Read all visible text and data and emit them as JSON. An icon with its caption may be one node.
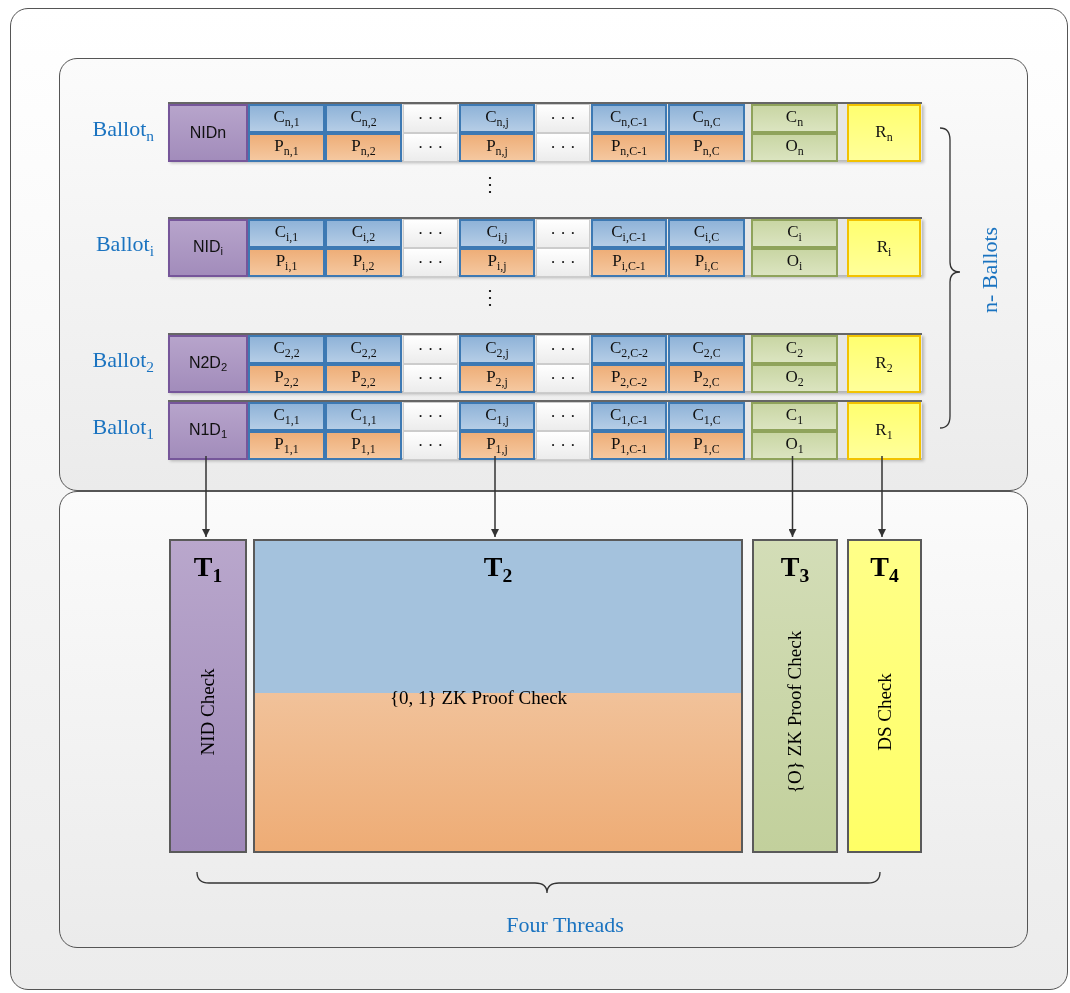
{
  "diagram": {
    "nodes": [
      {
        "text": [],
        "shape": "box"
      },
      {
        "text": [],
        "shape": "box",
        "in": 0
      },
      {
        "text": [],
        "shape": "bar",
        "in": 1,
        "beside": [
          "Ballot$_{n}$"
        ]
      },
      {
        "text": [
          "NIDn"
        ],
        "in": 2
      },
      {
        "text": [
          "C$_{n,1}$"
        ],
        "in": 2
      },
      {
        "text": [
          "P$_{n,1}$"
        ],
        "in": 2
      },
      {
        "text": [
          "C$_{n,2}$"
        ],
        "in": 2
      },
      {
        "text": [
          "P$_{n,2}$"
        ],
        "in": 2
      },
      {
        "text": [
          "· · ·"
        ],
        "in": 2
      },
      {
        "text": [
          "· · ·"
        ],
        "in": 2
      },
      {
        "text": [
          "C$_{n,j}$"
        ],
        "in": 2
      },
      {
        "text": [
          "P$_{n,j}$"
        ],
        "in": 2
      },
      {
        "text": [
          "· · ·"
        ],
        "in": 2
      },
      {
        "text": [
          "· · ·"
        ],
        "in": 2
      },
      {
        "text": [
          "C$_{n,C-1}$"
        ],
        "in": 2
      },
      {
        "text": [
          "P$_{n,C-1}$"
        ],
        "in": 2
      },
      {
        "text": [
          "C$_{n,C}$"
        ],
        "in": 2
      },
      {
        "text": [
          "P$_{n,C}$"
        ],
        "in": 2
      },
      {
        "text": [
          "C$_{n}$"
        ],
        "in": 2
      },
      {
        "text": [
          "O$_{n}$"
        ],
        "in": 2
      },
      {
        "text": [
          "R$_{n}$"
        ],
        "in": 2
      },
      {
        "text": [],
        "shape": "bar",
        "in": 1,
        "beside": [
          "Ballot$_{i}$"
        ]
      },
      {
        "text": [
          "NID$_{i}$"
        ],
        "in": 21
      },
      {
        "text": [
          "C$_{i,1}$"
        ],
        "in": 21
      },
      {
        "text": [
          "P$_{i,1}$"
        ],
        "in": 21
      },
      {
        "text": [
          "C$_{i,2}$"
        ],
        "in": 21
      },
      {
        "text": [
          "P$_{i,2}$"
        ],
        "in": 21
      },
      {
        "text": [
          "· · ·"
        ],
        "in": 21
      },
      {
        "text": [
          "· · ·"
        ],
        "in": 21
      },
      {
        "text": [
          "C$_{i,j}$"
        ],
        "in": 21
      },
      {
        "text": [
          "P$_{i,j}$"
        ],
        "in": 21
      },
      {
        "text": [
          "· · ·"
        ],
        "in": 21
      },
      {
        "text": [
          "· · ·"
        ],
        "in": 21
      },
      {
        "text": [
          "C$_{i,C-1}$"
        ],
        "in": 21
      },
      {
        "text": [
          "P$_{i,C-1}$"
        ],
        "in": 21
      },
      {
        "text": [
          "C$_{i,C}$"
        ],
        "in": 21
      },
      {
        "text": [
          "P$_{i,C}$"
        ],
        "in": 21
      },
      {
        "text": [
          "C$_{i}$"
        ],
        "in": 21
      },
      {
        "text": [
          "O$_{i}$"
        ],
        "in": 21
      },
      {
        "text": [
          "R$_{i}$"
        ],
        "in": 21
      },
      {
        "text": [],
        "shape": "bar",
        "in": 1,
        "beside": [
          "Ballot$_{2}$"
        ]
      },
      {
        "text": [
          "N2D$_{2}$"
        ],
        "in": 40
      },
      {
        "text": [
          "C$_{2,2}$"
        ],
        "in": 40
      },
      {
        "text": [
          "P$_{2,2}$"
        ],
        "in": 40
      },
      {
        "text": [
          "C$_{2,2}$"
        ],
        "in": 40
      },
      {
        "text": [
          "P$_{2,2}$"
        ],
        "in": 40
      },
      {
        "text": [
          "· · ·"
        ],
        "in": 40
      },
      {
        "text": [
          "· · ·"
        ],
        "in": 40
      },
      {
        "text": [
          "C$_{2,j}$"
        ],
        "in": 40
      },
      {
        "text": [
          "P$_{2,j}$"
        ],
        "in": 40
      },
      {
        "text": [
          "· · ·"
        ],
        "in": 40
      },
      {
        "text": [
          "· · ·"
        ],
        "in": 40
      },
      {
        "text": [
          "C$_{2,C-2}$"
        ],
        "in": 40
      },
      {
        "text": [
          "P$_{2,C-2}$"
        ],
        "in": 40
      },
      {
        "text": [
          "C$_{2,C}$"
        ],
        "in": 40
      },
      {
        "text": [
          "P$_{2,C}$"
        ],
        "in": 40
      },
      {
        "text": [
          "C$_{2}$"
        ],
        "in": 40
      },
      {
        "text": [
          "O$_{2}$"
        ],
        "in": 40
      },
      {
        "text": [
          "R$_{2}$"
        ],
        "in": 40
      },
      {
        "text": [],
        "shape": "bar",
        "in": 1,
        "beside": [
          "Ballot$_{1}$"
        ]
      },
      {
        "text": [
          "N1D$_{1}$"
        ],
        "in": 59
      },
      {
        "text": [
          "C$_{1,1}$"
        ],
        "in": 59
      },
      {
        "text": [
          "P$_{1,1}$"
        ],
        "in": 59
      },
      {
        "text": [
          "C$_{1,1}$"
        ],
        "in": 59
      },
      {
        "text": [
          "P$_{1,1}$"
        ],
        "in": 59
      },
      {
        "text": [
          "· · ·"
        ],
        "in": 59
      },
      {
        "text": [
          "· · ·"
        ],
        "in": 59
      },
      {
        "text": [
          "C$_{1,j}$"
        ],
        "in": 59
      },
      {
        "text": [
          "P$_{1,j}$"
        ],
        "in": 59
      },
      {
        "text": [
          "· · ·"
        ],
        "in": 59
      },
      {
        "text": [
          "· · ·"
        ],
        "in": 59
      },
      {
        "text": [
          "C$_{1,C-1}$"
        ],
        "in": 59
      },
      {
        "text": [
          "P$_{1,C-1}$"
        ],
        "in": 59
      },
      {
        "text": [
          "C$_{1,C}$"
        ],
        "in": 59
      },
      {
        "text": [
          "P$_{1,C}$"
        ],
        "in": 59
      },
      {
        "text": [
          "C$_{1}$"
        ],
        "in": 59
      },
      {
        "text": [
          "O$_{1}$"
        ],
        "in": 59
      },
      {
        "text": [
          "R$_{1}$"
        ],
        "in": 59
      },
      {
        "text": [],
        "shape": "box",
        "in": 0
      },
      {
        "text": [
          "T$_{1}$",
          "NID Check"
        ],
        "in": 78
      },
      {
        "text": [
          "T$_{2}$",
          "{0, 1} ZK Proof Check"
        ],
        "in": 78
      },
      {
        "text": [
          "T$_{3}$",
          "{O} ZK Proof Check"
        ],
        "in": 78
      },
      {
        "text": [
          "T$_{4}$",
          "DS Check"
        ],
        "in": 78
      }
    ],
    "edges": [
      {
        "from": 60,
        "to": 79,
        "arrow": "to"
      },
      {
        "from": 68,
        "to": 80,
        "arrow": "to"
      },
      {
        "from": 76,
        "to": 81,
        "arrow": "to"
      },
      {
        "from": 77,
        "to": 82,
        "arrow": "to"
      }
    ],
    "labels": [
      "⋮",
      "⋮",
      "n- Ballots",
      "Four Threads"
    ]
  }
}
